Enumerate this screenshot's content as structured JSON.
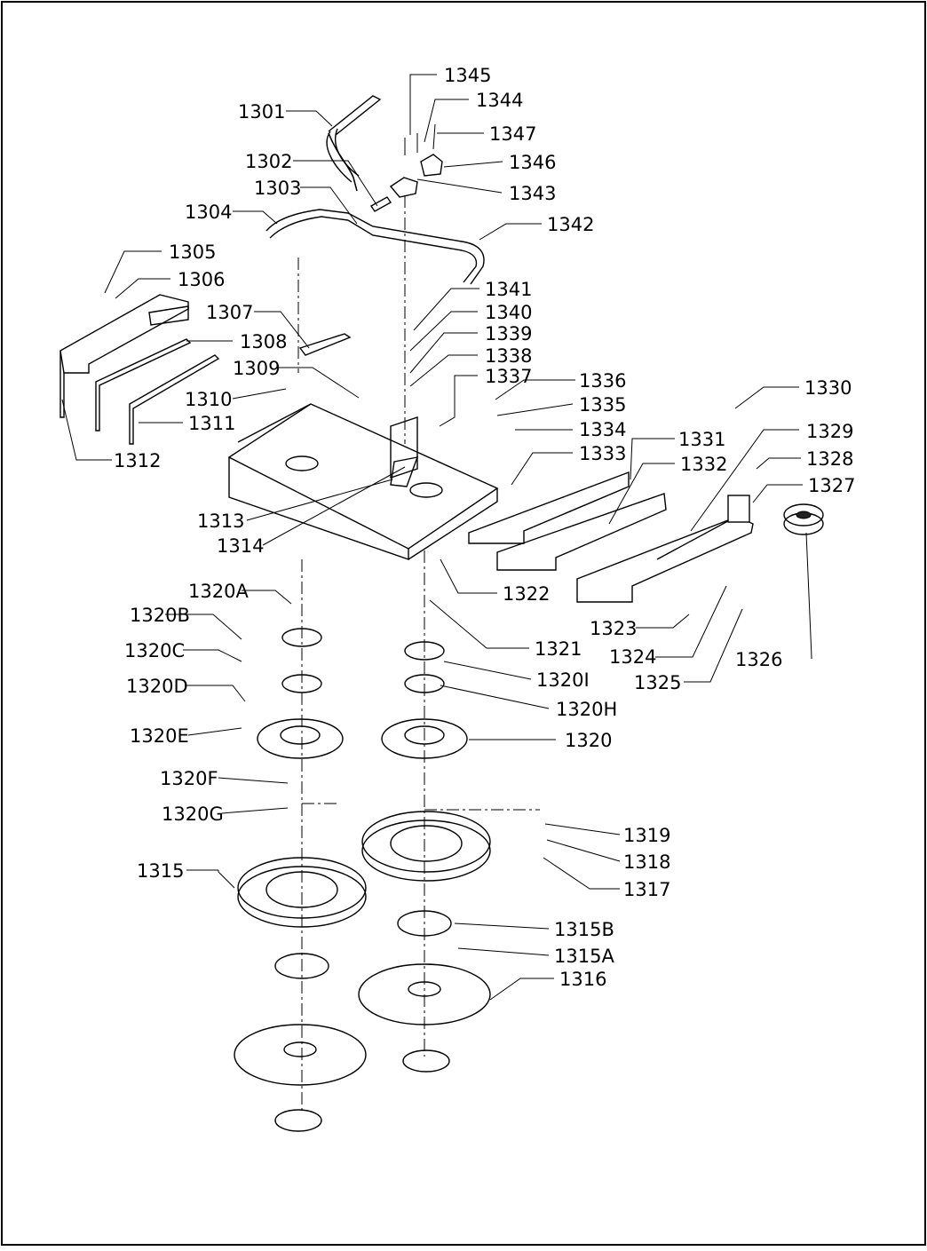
{
  "diagram": {
    "labels": {
      "1345": "1345",
      "1344": "1344",
      "1347": "1347",
      "1301": "1301",
      "1346": "1346",
      "1302": "1302",
      "1343": "1343",
      "1303": "1303",
      "1304": "1304",
      "1342": "1342",
      "1305": "1305",
      "1306": "1306",
      "1341": "1341",
      "1307": "1307",
      "1340": "1340",
      "1339": "1339",
      "1308": "1308",
      "1338": "1338",
      "1309": "1309",
      "1337": "1337",
      "1336": "1336",
      "1330": "1330",
      "1310": "1310",
      "1335": "1335",
      "1311": "1311",
      "1334": "1334",
      "1329": "1329",
      "1331": "1331",
      "1312": "1312",
      "1333": "1333",
      "1328": "1328",
      "1332": "1332",
      "1327": "1327",
      "1313": "1313",
      "1314": "1314",
      "1320A": "1320A",
      "1322": "1322",
      "1320B": "1320B",
      "1323": "1323",
      "1321": "1321",
      "1320C": "1320C",
      "1324": "1324",
      "1326": "1326",
      "1320I": "1320I",
      "1325": "1325",
      "1320D": "1320D",
      "1320H": "1320H",
      "1320E": "1320E",
      "1320": "1320",
      "1320F": "1320F",
      "1320G": "1320G",
      "1319": "1319",
      "1318": "1318",
      "1315": "1315",
      "1317": "1317",
      "1315B": "1315B",
      "1315A": "1315A",
      "1316": "1316"
    }
  }
}
